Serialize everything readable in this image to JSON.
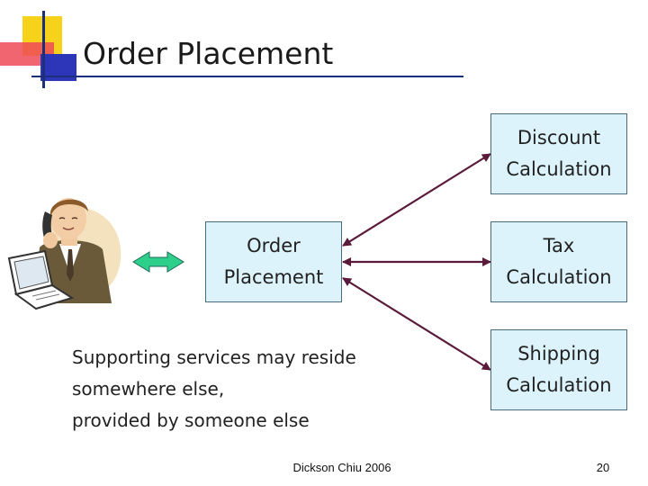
{
  "slide": {
    "title": "Order Placement"
  },
  "boxes": {
    "order": {
      "line1": "Order",
      "line2": "Placement"
    },
    "discount": {
      "line1": "Discount",
      "line2": "Calculation"
    },
    "tax": {
      "line1": "Tax",
      "line2": "Calculation"
    },
    "shipping": {
      "line1": "Shipping",
      "line2": "Calculation"
    }
  },
  "caption": {
    "line1": "Supporting services may reside",
    "line2": "somewhere else,",
    "line3": "provided by someone else"
  },
  "footer": {
    "author": "Dickson Chiu 2006",
    "page": "20"
  },
  "colors": {
    "box_fill": "#dcf3fb",
    "box_border": "#4a6b7c",
    "connector": "#5a1a3a",
    "double_arrow": "#2ecf8a",
    "accent_yellow": "#f7d21a",
    "accent_red": "#ee4a57",
    "accent_blue": "#2d36b8"
  },
  "icons": {
    "person": "person-on-phone-at-computer-icon",
    "double_arrow": "double-arrow-icon"
  }
}
